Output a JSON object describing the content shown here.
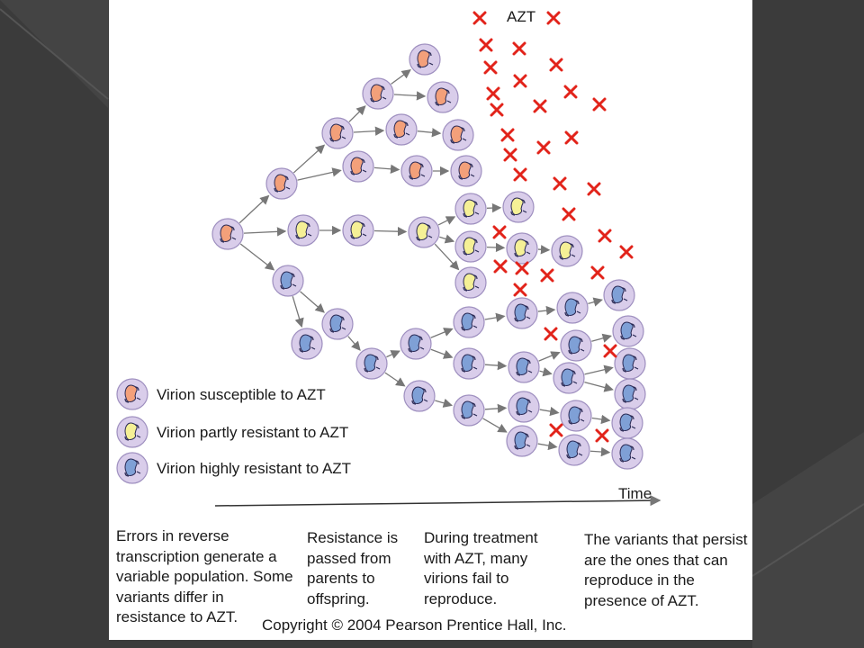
{
  "diagram": {
    "azt_label": "AZT",
    "time_label": "Time",
    "legend": [
      {
        "label": "Virion susceptible to AZT",
        "color": "#f3a07a"
      },
      {
        "label": "Virion partly resistant to AZT",
        "color": "#f5f096"
      },
      {
        "label": "Virion highly resistant to AZT",
        "color": "#7fa0d6"
      }
    ],
    "captions": [
      "Errors in reverse transcription generate a variable population. Some variants differ in resistance to AZT.",
      "Resistance is passed from parents to offspring.",
      "During treatment with AZT, many virions fail to reproduce.",
      "The variants that persist are the ones that can reproduce in the presence of AZT."
    ],
    "copyright": "Copyright © 2004 Pearson Prentice Hall, Inc."
  },
  "colors": {
    "susceptible": "#f3a07a",
    "partly_resistant": "#f5f096",
    "highly_resistant": "#7fa0d6",
    "cell": "#d9cdea",
    "cell_outline": "#9e8fbf",
    "x_mark": "#e2231a",
    "arrow": "#777777"
  }
}
